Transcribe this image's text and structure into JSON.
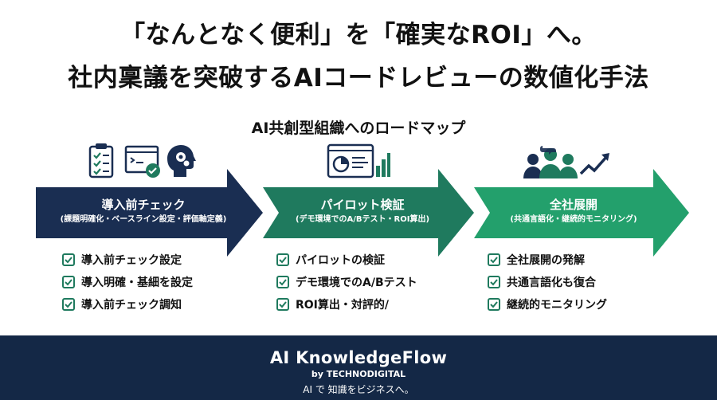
{
  "title": {
    "line1": "「なんとなく便利」を「確実なROI」へ。",
    "line2": "社内稟議を突破するAIコードレビューの数値化手法"
  },
  "subtitle": "AI共創型組織へのロードマップ",
  "colors": {
    "navy": "#1a2e52",
    "teal_dark": "#1f7a5e",
    "green": "#23a06c",
    "check": "#1f7a5e",
    "footer_bg": "#142846"
  },
  "stages": [
    {
      "name": "導入前チェック",
      "sub": "(課題明確化・ベースライン設定・評価軸定義)",
      "icons": [
        "clipboard-checklist-icon",
        "screen-check-icon",
        "head-gears-icon"
      ],
      "checks": [
        "導入前チェック設定",
        "導入明確・基細を設定",
        "導入前チェック調知"
      ]
    },
    {
      "name": "パイロット検証",
      "sub": "(デモ環境でのA/Bテスト・ROI算出)",
      "icons": [
        "dashboard-chart-icon"
      ],
      "checks": [
        "パイロットの検証",
        "デモ環境でのA/Bテスト",
        "ROI算出・対評的/"
      ]
    },
    {
      "name": "全社展開",
      "sub": "(共通言語化・継続的モニタリング)",
      "icons": [
        "team-growth-icon"
      ],
      "checks": [
        "全社展開の発解",
        "共通言語化も復合",
        "継続的モニタリング"
      ]
    }
  ],
  "footer": {
    "brand": "AI KnowledgeFlow",
    "by": "by TECHNODIGITAL",
    "tagline": "AI で 知識をビジネスへ。"
  }
}
